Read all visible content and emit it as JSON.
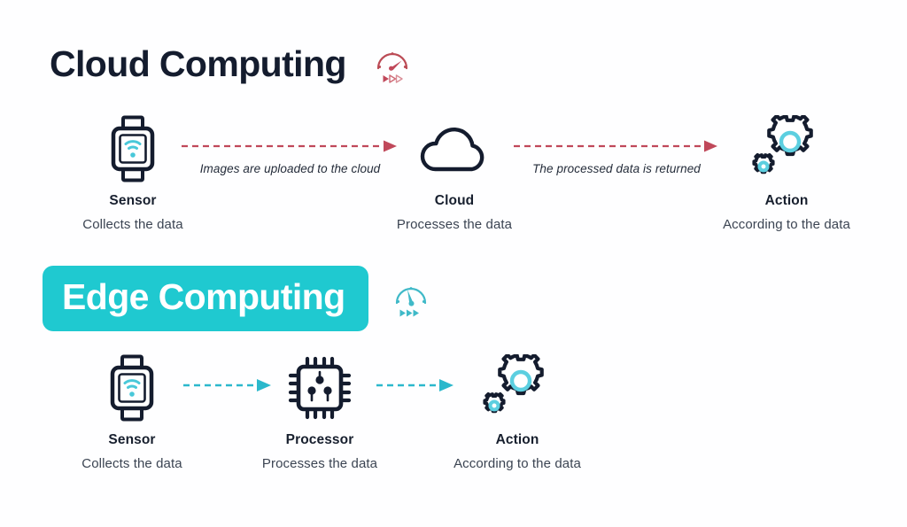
{
  "page": {
    "background_color": "#ffffff",
    "accent_teal": "#1fc9d0",
    "accent_red": "#c0485a",
    "dark_navy": "#141c2e"
  },
  "sections": [
    {
      "id": "cloud",
      "title": "Cloud Computing",
      "title_style": "plain",
      "head_icon": "speedometer-red-icon",
      "arrow_color": "#c0485a",
      "nodes": [
        {
          "id": "cloud-sensor",
          "icon": "smartwatch-icon",
          "title": "Sensor",
          "subtitle": "Collects the data"
        },
        {
          "id": "cloud-cloud",
          "icon": "cloud-icon",
          "title": "Cloud",
          "subtitle": "Processes the data"
        },
        {
          "id": "cloud-action",
          "icon": "gears-icon",
          "title": "Action",
          "subtitle": "According to the data"
        }
      ],
      "connectors": [
        {
          "id": "cloud-conn-1",
          "caption": "Images are uploaded to the cloud"
        },
        {
          "id": "cloud-conn-2",
          "caption": "The processed data is returned"
        }
      ]
    },
    {
      "id": "edge",
      "title": "Edge Computing",
      "title_style": "banner",
      "banner_color": "#1fc9d0",
      "head_icon": "speedometer-teal-icon",
      "arrow_color": "#1fc9d0",
      "nodes": [
        {
          "id": "edge-sensor",
          "icon": "smartwatch-icon",
          "title": "Sensor",
          "subtitle": "Collects the data"
        },
        {
          "id": "edge-processor",
          "icon": "processor-chip-icon",
          "title": "Processor",
          "subtitle": "Processes the data"
        },
        {
          "id": "edge-action",
          "icon": "gears-icon",
          "title": "Action",
          "subtitle": "According to the data"
        }
      ],
      "connectors": [
        {
          "id": "edge-conn-1",
          "caption": ""
        },
        {
          "id": "edge-conn-2",
          "caption": ""
        }
      ]
    }
  ]
}
